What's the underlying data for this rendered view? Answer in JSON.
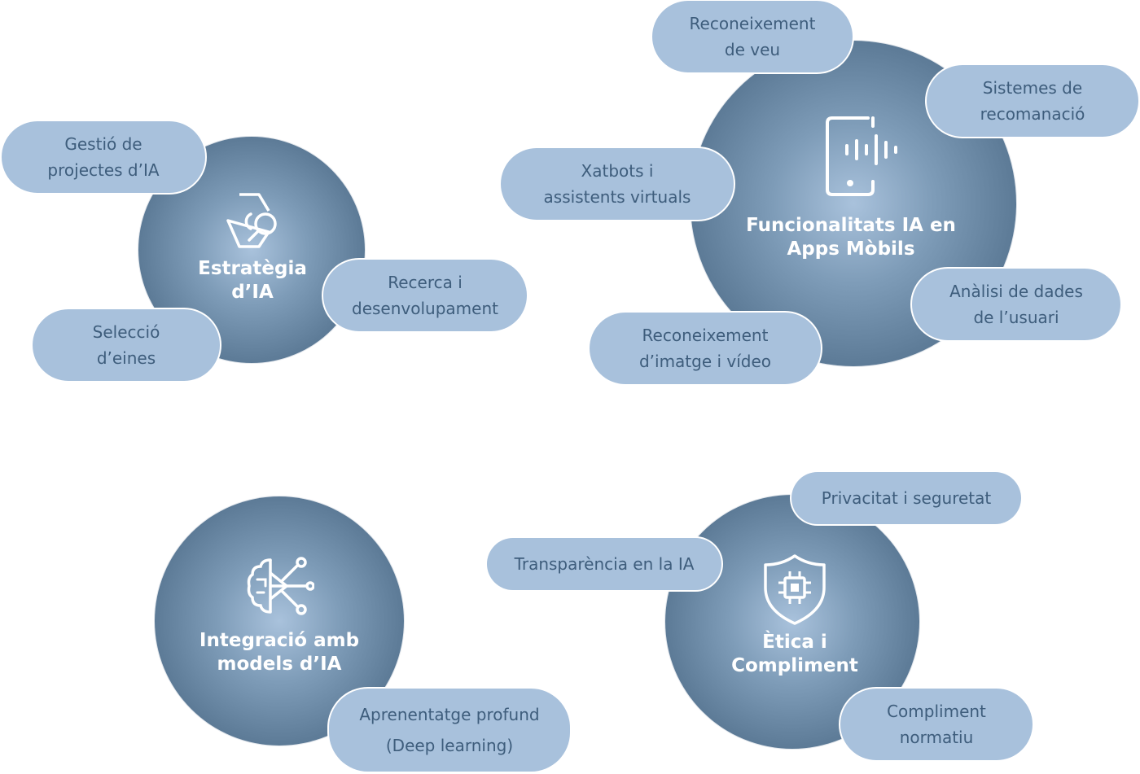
{
  "clusters": {
    "strategy": {
      "title": "Estratègia\nd’IA",
      "icon": "hexagon-search-icon",
      "items": [
        "Gestió de\nprojectes d’IA",
        "Recerca i\ndesenvolupament",
        "Selecció\nd’eines"
      ]
    },
    "mobile": {
      "title": "Funcionalitats IA en\nApps Mòbils",
      "icon": "phone-voice-icon",
      "items": [
        "Reconeixement\nde veu",
        "Sistemes de\nrecomanació",
        "Xatbots i\nassistents virtuals",
        "Anàlisi de dades\nde l’usuari",
        "Reconeixement\nd’imatge i vídeo"
      ]
    },
    "integration": {
      "title": "Integració amb\nmodels d’IA",
      "icon": "brain-network-icon",
      "items": [
        "Aprenentatge profund\n(Deep learning)"
      ]
    },
    "ethics": {
      "title": "Ètica i\nCompliment",
      "icon": "shield-chip-icon",
      "items": [
        "Privacitat i seguretat",
        "Transparència en la IA",
        "Compliment\nnormatiu"
      ]
    }
  },
  "colors": {
    "pill": "#a8c1dc",
    "pill_text": "#3e5d7c",
    "circle_dark": "#4a6884",
    "circle_light": "#a9c2dc"
  }
}
